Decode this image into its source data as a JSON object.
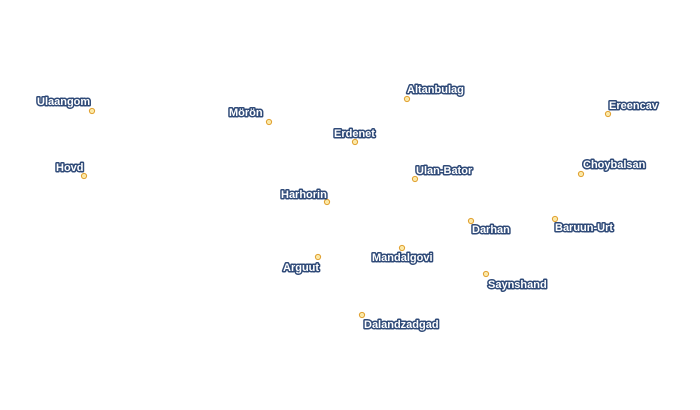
{
  "map": {
    "colors": {
      "background": "#ffffff",
      "dot_fill": "#fbe9a8",
      "dot_stroke": "#e0a030",
      "label_fill": "#ffffff",
      "label_halo": "#2f4a78"
    },
    "cities": [
      {
        "name": "Ulaangom"
      },
      {
        "name": "Mörön"
      },
      {
        "name": "Altanbulag"
      },
      {
        "name": "Ereencav"
      },
      {
        "name": "Erdenet"
      },
      {
        "name": "Hovd"
      },
      {
        "name": "Choybalsan"
      },
      {
        "name": "Ulan-Bator"
      },
      {
        "name": "Harhorin"
      },
      {
        "name": "Darhan"
      },
      {
        "name": "Baruun-Urt"
      },
      {
        "name": "Mandalgovi"
      },
      {
        "name": "Arguut"
      },
      {
        "name": "Saynshand"
      },
      {
        "name": "Dalandzadgad"
      }
    ]
  }
}
